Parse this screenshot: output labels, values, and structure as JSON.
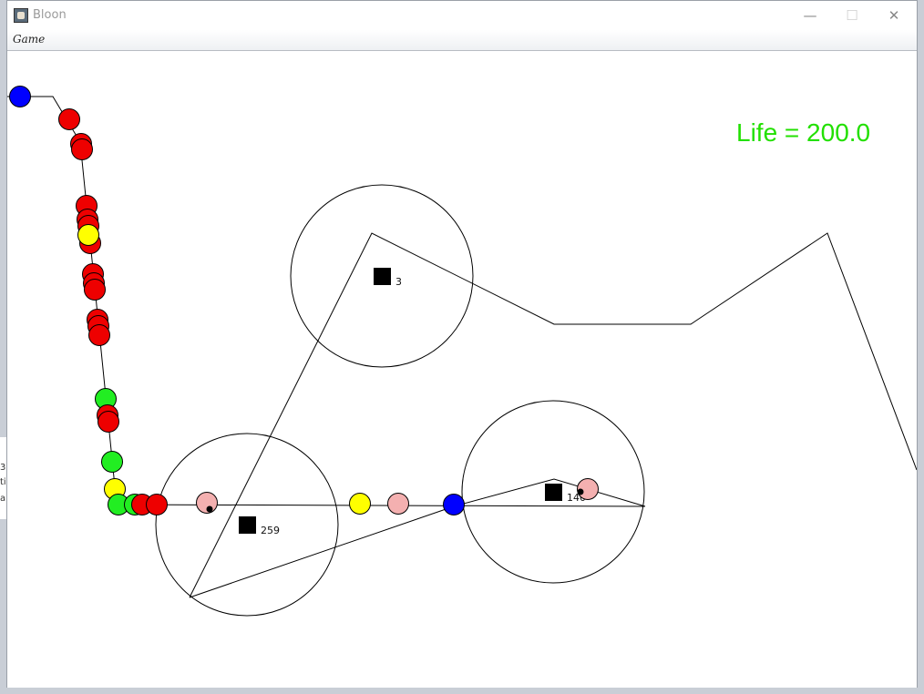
{
  "window": {
    "title": "Bloon",
    "minimize_glyph": "—",
    "maximize_glyph": "☐",
    "close_glyph": "✕"
  },
  "menu": {
    "items": [
      {
        "label": "Game"
      }
    ]
  },
  "game": {
    "life_text": "Life = 200.0",
    "colors": {
      "red": "#ee0000",
      "blue": "#0000ff",
      "green": "#22ee22",
      "yellow": "#ffff00",
      "pink": "#f4b0b0",
      "life": "#22e000"
    },
    "towers": [
      {
        "label": "3"
      },
      {
        "label": "259"
      },
      {
        "label": "140"
      }
    ]
  }
}
